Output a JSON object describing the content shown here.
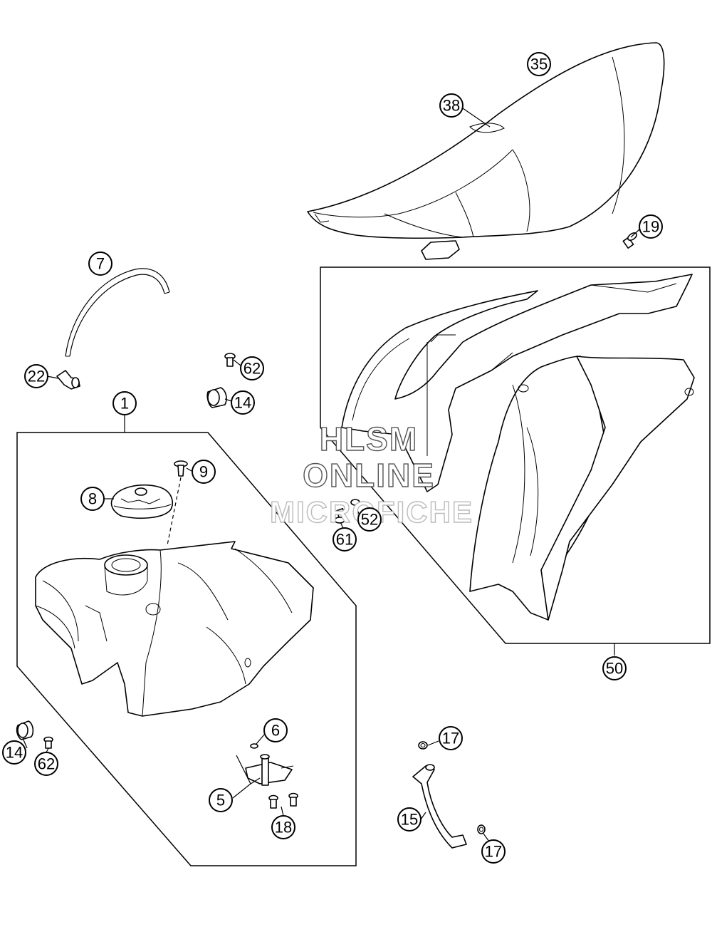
{
  "callouts": {
    "c35": "35",
    "c38": "38",
    "c19": "19",
    "c7": "7",
    "c22": "22",
    "c62a": "62",
    "c14a": "14",
    "c1": "1",
    "c9": "9",
    "c8": "8",
    "c52": "52",
    "c61": "61",
    "c50": "50",
    "c14b": "14",
    "c62b": "62",
    "c6": "6",
    "c5": "5",
    "c18": "18",
    "c17a": "17",
    "c15": "15",
    "c17b": "17"
  },
  "watermark": {
    "line1": "HLSM",
    "line2": "ONLINE",
    "line3": "MICROFICHE"
  }
}
